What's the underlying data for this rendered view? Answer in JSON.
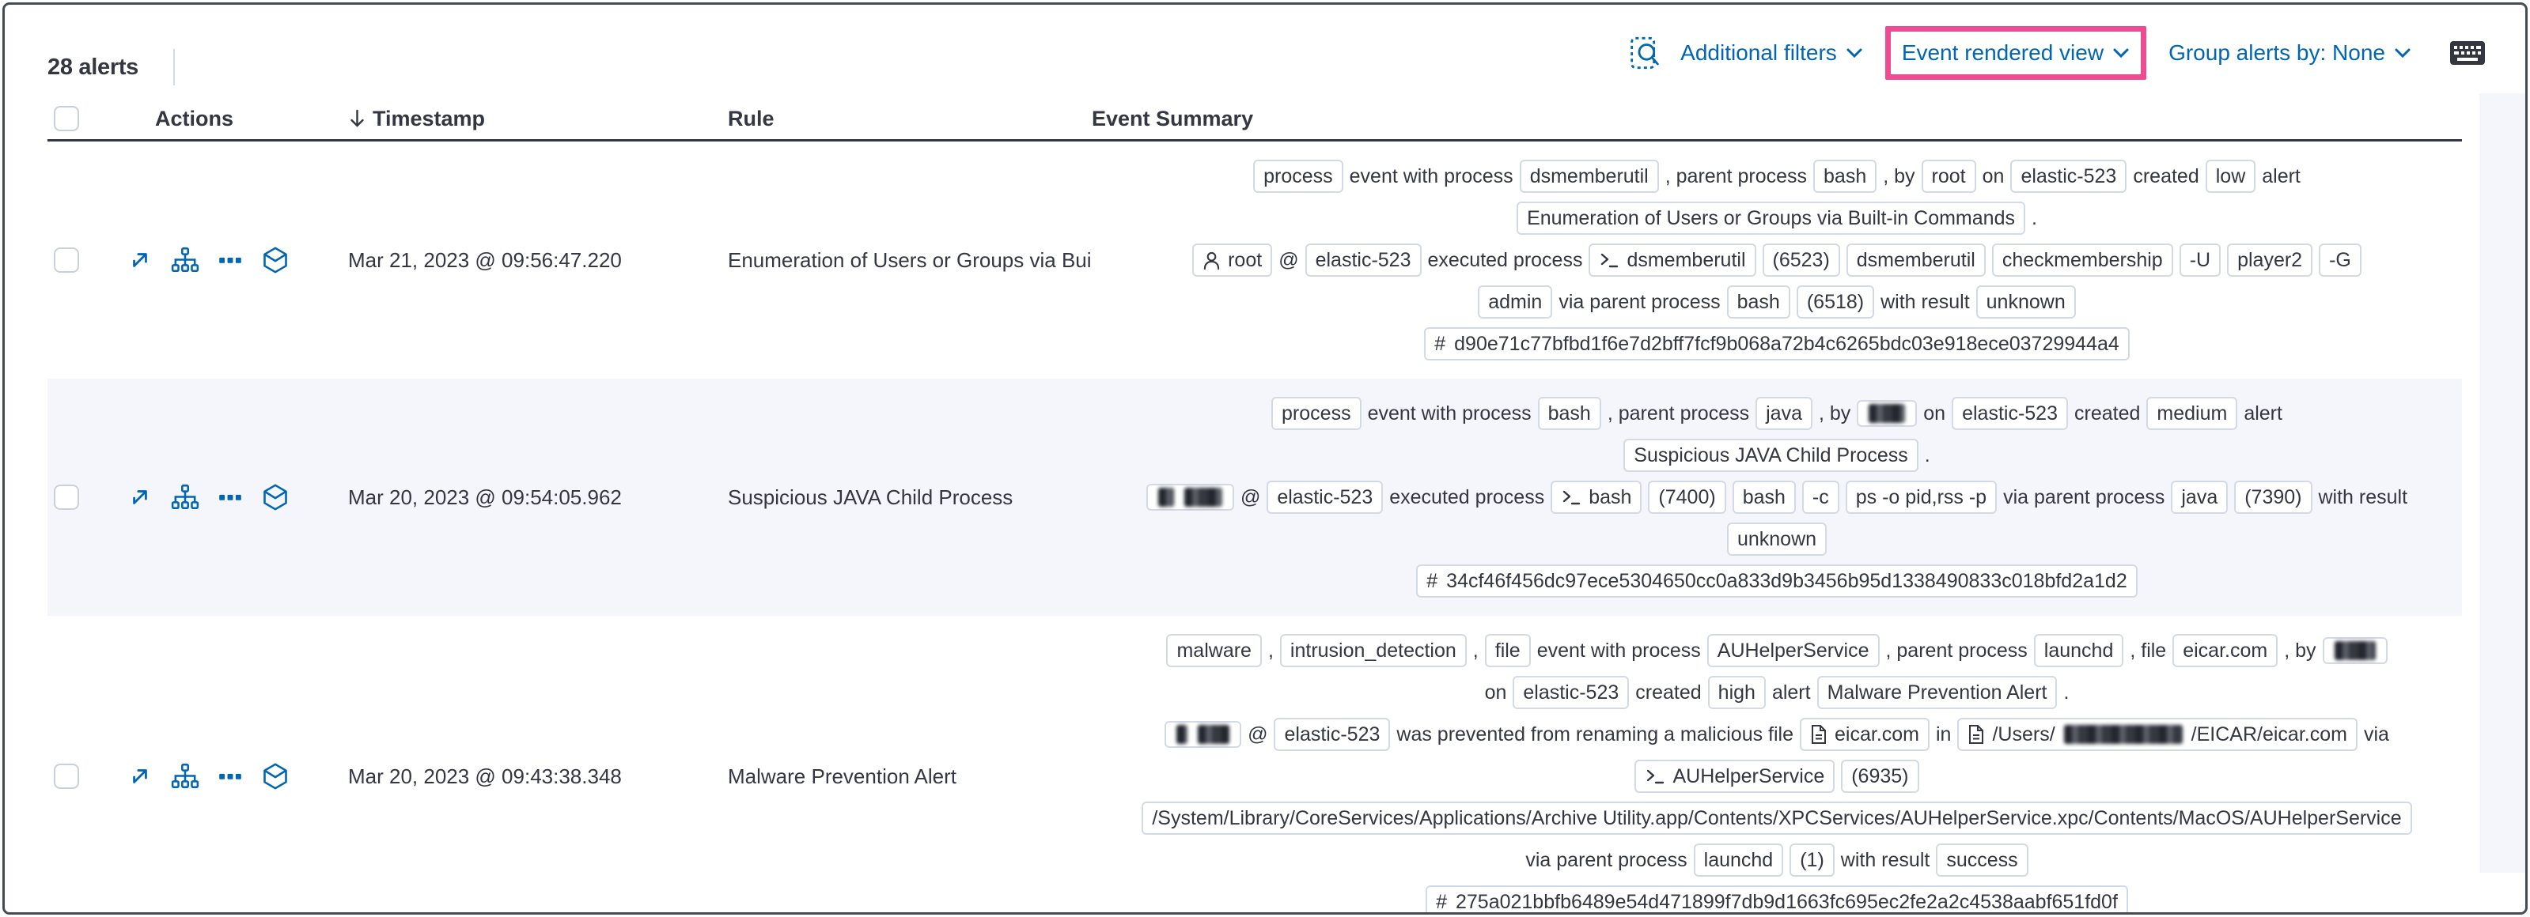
{
  "toolbar": {
    "alert_count": "28 alerts",
    "inspect_icon": "inspect-search-icon",
    "additional_filters_label": "Additional filters",
    "view_selector_label": "Event rendered view",
    "group_alerts_label": "Group alerts by: None",
    "keyboard_icon": "keyboard-shortcuts-icon"
  },
  "colors": {
    "accent-blue": "#0065b2",
    "highlight-pink": "#ee4b92",
    "badge-border": "#d3dae6",
    "text": "#343741",
    "stripe": "#f4f6fb"
  },
  "table": {
    "columns": {
      "actions": "Actions",
      "timestamp": "Timestamp",
      "rule": "Rule",
      "summary": "Event Summary"
    },
    "sort_icon": "sort-descending-arrow-icon",
    "row_action_icons": [
      {
        "name": "expand-alert-icon",
        "glyph": "expand"
      },
      {
        "name": "analyze-event-icon",
        "glyph": "analyzer"
      },
      {
        "name": "more-actions-icon",
        "glyph": "more"
      },
      {
        "name": "add-to-timeline-icon",
        "glyph": "timeline"
      }
    ],
    "rows": [
      {
        "timestamp": "Mar 21, 2023 @ 09:56:47.220",
        "rule": "Enumeration of Users or Groups via Bui",
        "summary_lines": [
          [
            {
              "b": "process"
            },
            {
              "t": "event with process"
            },
            {
              "b": "dsmemberutil"
            },
            {
              "t": ", parent process"
            },
            {
              "b": "bash"
            },
            {
              "t": ", by"
            },
            {
              "b": "root"
            },
            {
              "t": "on"
            },
            {
              "b": "elastic-523"
            },
            {
              "t": "created"
            },
            {
              "b": "low"
            },
            {
              "t": "alert"
            }
          ],
          [
            {
              "b": "Enumeration of Users or Groups via Built-in Commands"
            },
            {
              "t": "."
            }
          ],
          [
            {
              "b": "root",
              "i": "user"
            },
            {
              "t": "@"
            },
            {
              "b": "elastic-523"
            },
            {
              "t": "executed process"
            },
            {
              "b": "dsmemberutil",
              "i": "terminal"
            },
            {
              "b": "(6523)"
            },
            {
              "b": "dsmemberutil"
            },
            {
              "b": "checkmembership"
            },
            {
              "b": "-U"
            },
            {
              "b": "player2"
            },
            {
              "b": "-G"
            }
          ],
          [
            {
              "b": "admin"
            },
            {
              "t": "via parent process"
            },
            {
              "b": "bash"
            },
            {
              "b": "(6518)"
            },
            {
              "t": "with result"
            },
            {
              "b": "unknown"
            }
          ],
          [
            {
              "b": "d90e71c77bfbd1f6e7d2bff7fcf9b068a72b4c6265bdc03e918ece03729944a4",
              "i": "hash"
            }
          ]
        ]
      },
      {
        "timestamp": "Mar 20, 2023 @ 09:54:05.962",
        "rule": "Suspicious JAVA Child Process",
        "summary_lines": [
          [
            {
              "b": "process"
            },
            {
              "t": "event with process"
            },
            {
              "b": "bash"
            },
            {
              "t": ", parent process"
            },
            {
              "b": "java"
            },
            {
              "t": ", by"
            },
            {
              "b": [
                {
                  "r": 46
                }
              ]
            },
            {
              "t": "on"
            },
            {
              "b": "elastic-523"
            },
            {
              "t": "created"
            },
            {
              "b": "medium"
            },
            {
              "t": "alert"
            }
          ],
          [
            {
              "b": "Suspicious JAVA Child Process"
            },
            {
              "t": "."
            }
          ],
          [
            {
              "b": [
                {
                  "r": 20
                },
                {
                  "r": 48
                }
              ]
            },
            {
              "t": "@"
            },
            {
              "b": "elastic-523"
            },
            {
              "t": "executed process"
            },
            {
              "b": "bash",
              "i": "terminal"
            },
            {
              "b": "(7400)"
            },
            {
              "b": "bash"
            },
            {
              "b": "-c"
            },
            {
              "b": "ps -o pid,rss -p"
            },
            {
              "t": "via parent process"
            },
            {
              "b": "java"
            },
            {
              "b": "(7390)"
            },
            {
              "t": "with result"
            }
          ],
          [
            {
              "b": "unknown"
            }
          ],
          [
            {
              "b": "34cf46f456dc97ece5304650cc0a833d9b3456b95d1338490833c018bfd2a1d2",
              "i": "hash"
            }
          ]
        ]
      },
      {
        "timestamp": "Mar 20, 2023 @ 09:43:38.348",
        "rule": "Malware Prevention Alert",
        "summary_lines": [
          [
            {
              "b": "malware"
            },
            {
              "t": ","
            },
            {
              "b": "intrusion_detection"
            },
            {
              "t": ","
            },
            {
              "b": "file"
            },
            {
              "t": "event with process"
            },
            {
              "b": "AUHelperService"
            },
            {
              "t": ", parent process"
            },
            {
              "b": "launchd"
            },
            {
              "t": ", file"
            },
            {
              "b": "eicar.com"
            },
            {
              "t": ", by"
            },
            {
              "b": [
                {
                  "r": 52
                }
              ]
            }
          ],
          [
            {
              "t": "on"
            },
            {
              "b": "elastic-523"
            },
            {
              "t": "created"
            },
            {
              "b": "high"
            },
            {
              "t": "alert"
            },
            {
              "b": "Malware Prevention Alert"
            },
            {
              "t": "."
            }
          ],
          [
            {
              "b": [
                {
                  "r": 14
                },
                {
                  "r": 40
                }
              ]
            },
            {
              "t": "@"
            },
            {
              "b": "elastic-523"
            },
            {
              "t": "was prevented from renaming a malicious file"
            },
            {
              "b": "eicar.com",
              "i": "file"
            },
            {
              "t": "in"
            },
            {
              "b": [
                {
                  "s": "/Users/"
                },
                {
                  "r": 150
                },
                {
                  "s": "/EICAR/eicar.com"
                }
              ],
              "i": "file"
            },
            {
              "t": "via"
            }
          ],
          [
            {
              "b": "AUHelperService",
              "i": "terminal"
            },
            {
              "b": "(6935)"
            }
          ],
          [
            {
              "b": "/System/Library/CoreServices/Applications/Archive Utility.app/Contents/XPCServices/AUHelperService.xpc/Contents/MacOS/AUHelperService"
            }
          ],
          [
            {
              "t": "via parent process"
            },
            {
              "b": "launchd"
            },
            {
              "b": "(1)"
            },
            {
              "t": "with result"
            },
            {
              "b": "success"
            }
          ],
          [
            {
              "b": "275a021bbfb6489e54d471899f7db9d1663fc695ec2fe2a2c4538aabf651fd0f",
              "i": "hash"
            }
          ]
        ]
      }
    ]
  }
}
